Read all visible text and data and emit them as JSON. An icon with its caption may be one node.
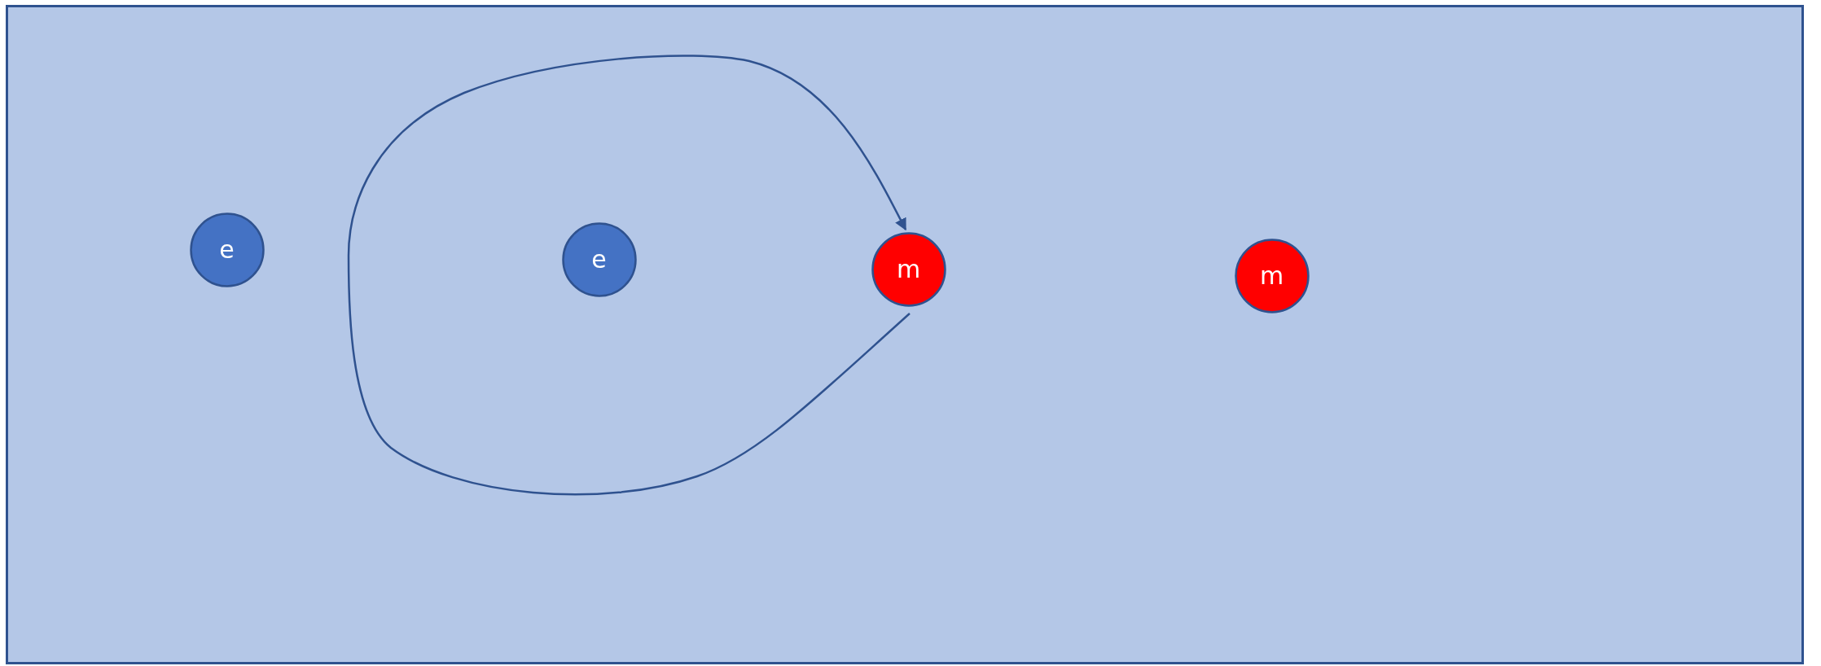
{
  "diagram": {
    "nodes": [
      {
        "text": [],
        "shape": "box"
      },
      {
        "text": [
          "e"
        ],
        "in": 0
      },
      {
        "text": [
          "e"
        ],
        "in": 0
      },
      {
        "text": [
          "m"
        ],
        "in": 0
      },
      {
        "text": [
          "m"
        ],
        "in": 0
      }
    ],
    "edges": [
      {
        "from": 3,
        "to": 3,
        "arrow": "to"
      }
    ]
  }
}
